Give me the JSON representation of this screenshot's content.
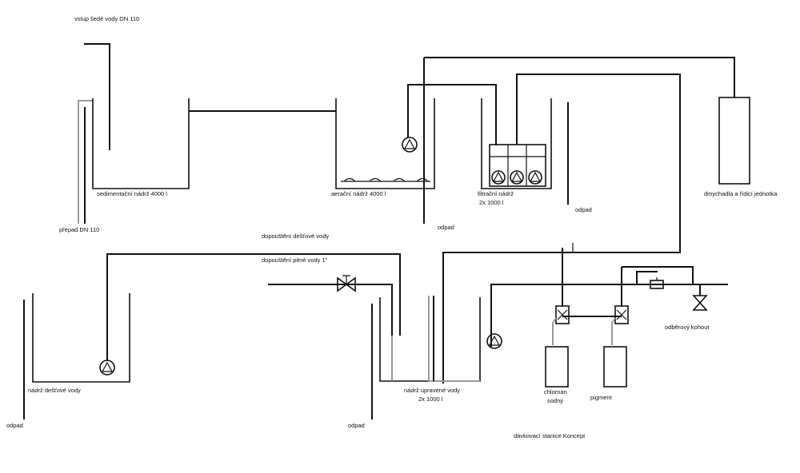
{
  "labels": {
    "greywater_inlet": "vstup šedé vody DN 110",
    "sedimentation_tank": "sedimentační nádrž 4000 l",
    "overflow": "přepad DN 110",
    "aeration_tank": "aerační nádrž 4000 l",
    "filtration_tank_l1": "filtrační nádrž",
    "filtration_tank_l2": "2x 1000 l",
    "blower": "dmychadla a řídicí jednotka",
    "waste_after_aeration": "odpad",
    "waste_after_filtration": "odpad",
    "rainwater_topup": "dopouštění dešťové vody",
    "potable_topup": "dopouštění pitné vody 1\"",
    "rainwater_tank": "nádrž dešťové vody",
    "waste_rainwater": "odpad",
    "waste_treated": "odpad",
    "treated_tank_l1": "nádrž upravené vody",
    "treated_tank_l2": "2x 1000 l",
    "chlorine_l1": "chlornan",
    "chlorine_l2": "sodný",
    "pigment": "pigment",
    "sampling_tap": "odběrový kohout",
    "dosing_station": "dávkovací stanice Koncept"
  },
  "colors": {
    "line": "#111111",
    "secondary_line": "#9a9a9a",
    "background": "#ffffff"
  }
}
